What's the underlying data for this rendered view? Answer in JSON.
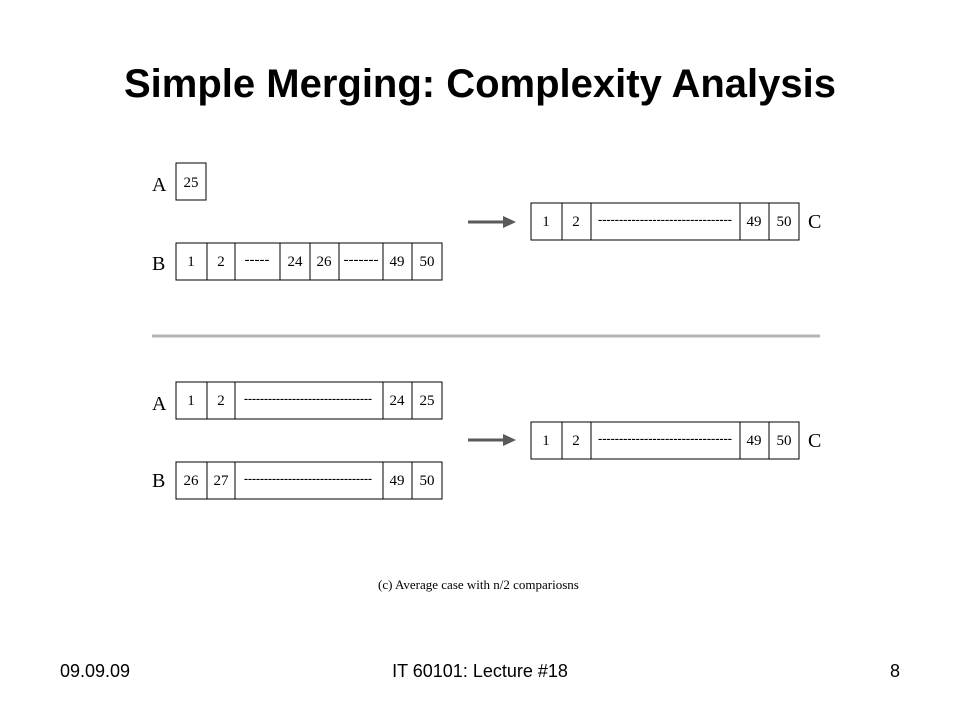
{
  "title": "Simple Merging: Complexity Analysis",
  "scenario_top": {
    "A": {
      "label": "A",
      "cells": [
        "25"
      ]
    },
    "B": {
      "label": "B",
      "cells": [
        "1",
        "2",
        "-----",
        "24",
        "26",
        "-------",
        "49",
        "50"
      ]
    },
    "C": {
      "label": "C",
      "cells": [
        "1",
        "2",
        "--------------------------------",
        "49",
        "50"
      ]
    }
  },
  "scenario_bottom": {
    "A": {
      "label": "A",
      "cells": [
        "1",
        "2",
        "--------------------------------",
        "24",
        "25"
      ]
    },
    "B": {
      "label": "B",
      "cells": [
        "26",
        "27",
        "--------------------------------",
        "49",
        "50"
      ]
    },
    "C": {
      "label": "C",
      "cells": [
        "1",
        "2",
        "--------------------------------",
        "49",
        "50"
      ]
    }
  },
  "caption": "(c) Average case with n/2 compariosns",
  "footer": {
    "date": "09.09.09",
    "course": "IT 60101: Lecture #18",
    "page": "8"
  },
  "colors": {
    "arrow": "#5a5a5a",
    "divider": "#b4b4b4"
  }
}
